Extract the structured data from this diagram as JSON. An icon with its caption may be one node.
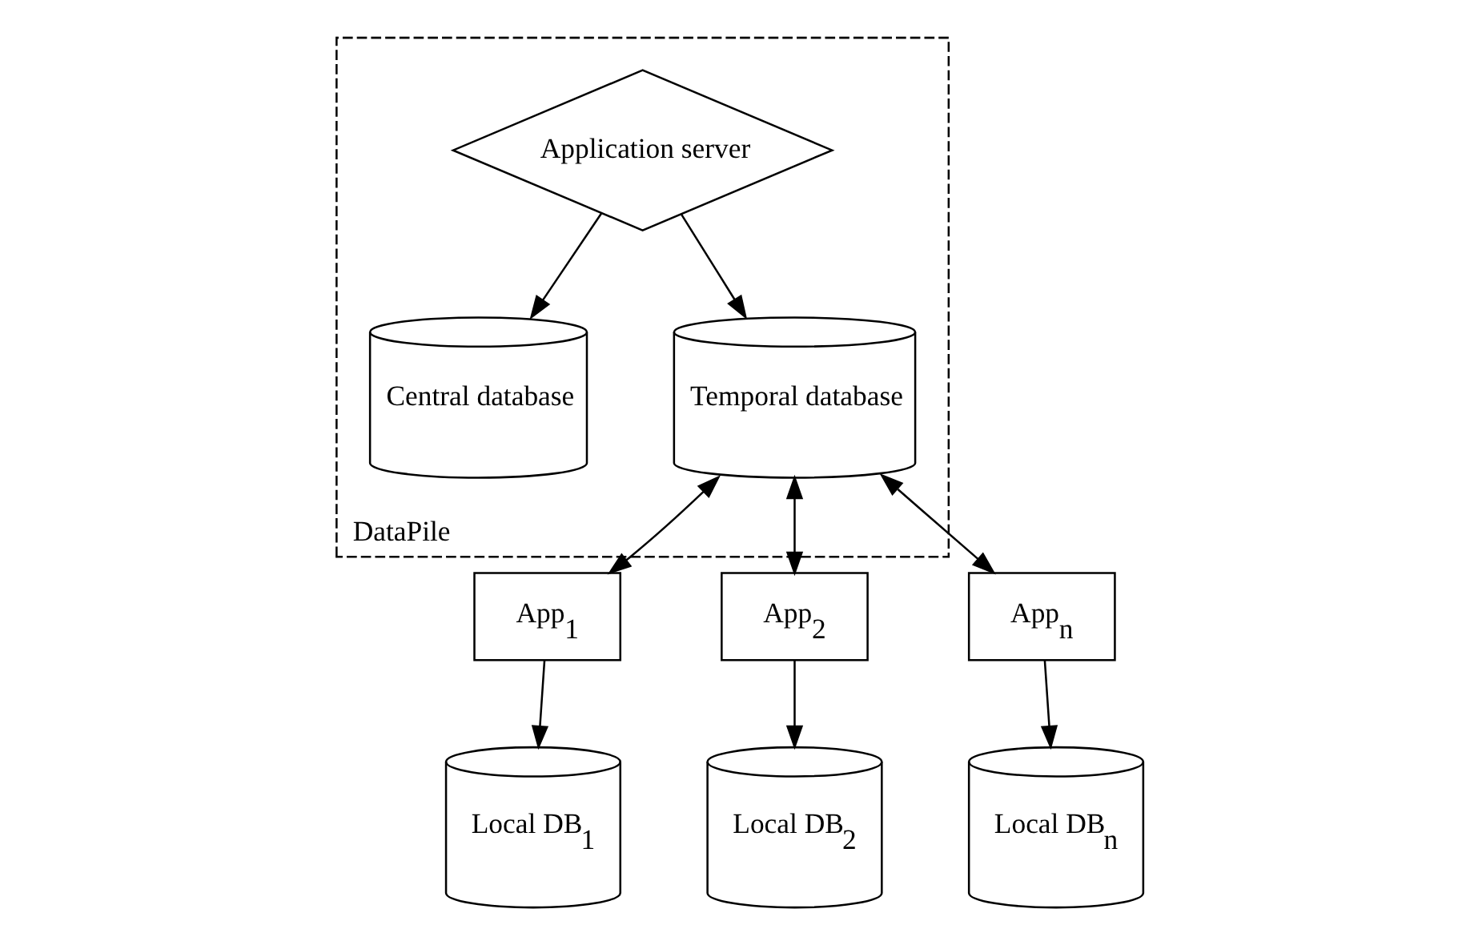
{
  "diagram": {
    "nodes": [
      {
        "text": [
          "DataPile"
        ]
      },
      {
        "text": [
          "Application server"
        ],
        "in": 0
      },
      {
        "text": [
          "Central database"
        ],
        "in": 0
      },
      {
        "text": [
          "Temporal database"
        ],
        "in": 0
      },
      {
        "text": [
          "App$_{1}$"
        ]
      },
      {
        "text": [
          "App$_{2}$"
        ]
      },
      {
        "text": [
          "App$_{n}$"
        ]
      },
      {
        "text": [
          "Local DB$_{1}$"
        ]
      },
      {
        "text": [
          "Local DB$_{2}$"
        ]
      },
      {
        "text": [
          "Local DB$_{n}$"
        ]
      }
    ],
    "edges": [
      {
        "from": 1,
        "to": 2,
        "arrow": "to"
      },
      {
        "from": 1,
        "to": 3,
        "arrow": "to"
      },
      {
        "from": 3,
        "to": 4,
        "arrow": "both"
      },
      {
        "from": 3,
        "to": 5,
        "arrow": "both"
      },
      {
        "from": 3,
        "to": 6,
        "arrow": "both"
      },
      {
        "from": 4,
        "to": 7,
        "arrow": "to"
      },
      {
        "from": 5,
        "to": 8,
        "arrow": "to"
      },
      {
        "from": 6,
        "to": 9,
        "arrow": "to"
      }
    ]
  }
}
